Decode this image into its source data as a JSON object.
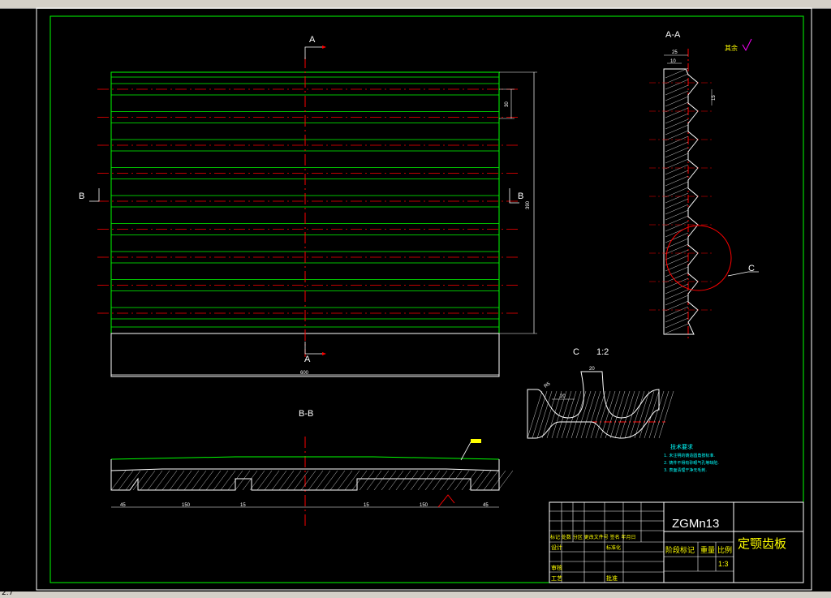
{
  "section_labels": {
    "a_top": "A",
    "a_bottom": "A",
    "b_left": "B",
    "b_right": "B",
    "aa_title": "A-A",
    "bb_title": "B-B",
    "c_callout": "C",
    "c_detail_title": "C",
    "c_detail_scale": "1:2"
  },
  "dimensions": {
    "width": "600",
    "height": "390",
    "pitch": "30",
    "aa_top": "25",
    "aa_inner": "10",
    "aa_step": "15",
    "c_top": "20",
    "c_mid": "20",
    "c_radius": "R5",
    "bb_left_a": "45",
    "bb_left_b": "150",
    "bb_left_c": "15",
    "bb_right_a": "15",
    "bb_right_b": "150",
    "bb_right_c": "45"
  },
  "surface_note": "其余",
  "tech_notes": {
    "title": "技术要求",
    "line1": "1. 未注明的铸造圆角按标准.",
    "line2": "2. 铸件不得有砂眼气孔等缺陷.",
    "line3": "3. 表面清理干净无毛刺."
  },
  "title_block": {
    "material": "ZGMn13",
    "part_name": "定颚齿板",
    "stage_mark": "阶段标记",
    "weight": "重量",
    "scale_label": "比例",
    "scale_value": "1:3",
    "designer": "设计",
    "checker": "审核",
    "process": "工艺",
    "approve": "批准",
    "standardize": "标准化",
    "row_header": "标记 处数 分区 更改文件号 签名 年月日"
  },
  "status_text": "2.7"
}
